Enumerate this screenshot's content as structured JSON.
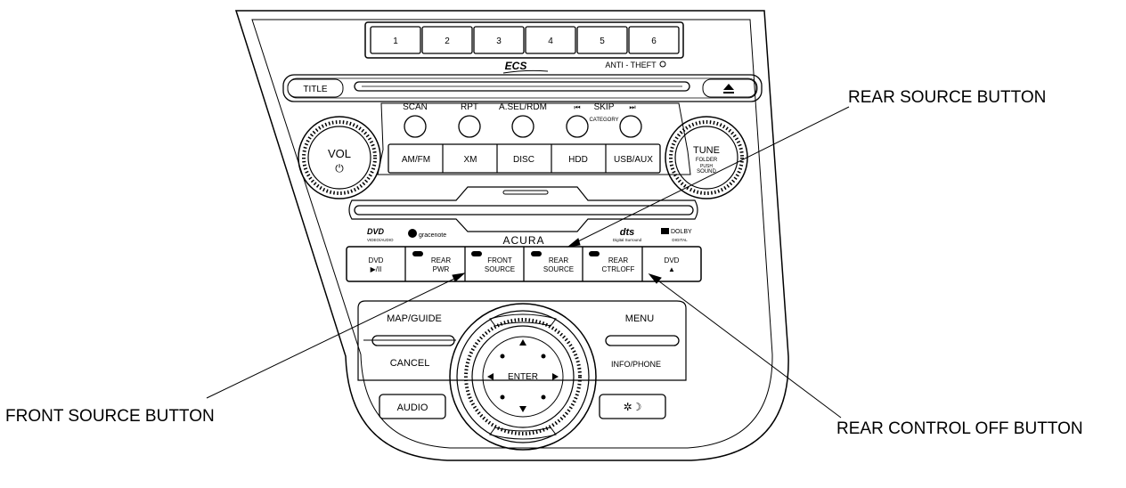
{
  "callouts": {
    "rear_source": "REAR SOURCE BUTTON",
    "front_source": "FRONT SOURCE BUTTON",
    "rear_control_off": "REAR CONTROL OFF BUTTON"
  },
  "presets": [
    "1",
    "2",
    "3",
    "4",
    "5",
    "6"
  ],
  "ecs_logo": "ECS",
  "anti_theft": "ANTI - THEFT",
  "title_button": "TITLE",
  "eject_icon": "eject-icon",
  "function_buttons": {
    "scan": "SCAN",
    "rpt": "RPT",
    "a_seldm": "A.SEL/RDM",
    "skip": "SKIP",
    "skip_sub": "CATEGORY"
  },
  "volume_knob": {
    "label": "VOL",
    "icon": "power-icon"
  },
  "tune_knob": {
    "label": "TUNE",
    "line2": "FOLDER",
    "line3": "PUSH",
    "line4": "SOUND"
  },
  "source_buttons": [
    "AM/FM",
    "XM",
    "DISC",
    "HDD",
    "USB/AUX"
  ],
  "logos": {
    "dvd": "DVD",
    "dvd_sub": "VIDEO/AUDIO",
    "gracenote": "gracenote",
    "acura": "ACURA",
    "dts": "dts",
    "dts_sub": "Digital Surround",
    "dolby": "DOLBY",
    "dolby_sub": "DIGITAL"
  },
  "rear_buttons": [
    {
      "line1": "DVD",
      "line2": "▶/II",
      "led": false
    },
    {
      "line1": "REAR",
      "line2": "PWR",
      "led": true
    },
    {
      "line1": "FRONT",
      "line2": "SOURCE",
      "led": true
    },
    {
      "line1": "REAR",
      "line2": "SOURCE",
      "led": true
    },
    {
      "line1": "REAR",
      "line2": "CTRLOFF",
      "led": true
    },
    {
      "line1": "DVD",
      "line2": "▲",
      "led": false
    }
  ],
  "nav": {
    "map_guide": "MAP/GUIDE",
    "menu": "MENU",
    "cancel": "CANCEL",
    "info_phone": "INFO/PHONE",
    "enter": "ENTER",
    "audio": "AUDIO",
    "day_night_icon": "day-night-icon"
  }
}
